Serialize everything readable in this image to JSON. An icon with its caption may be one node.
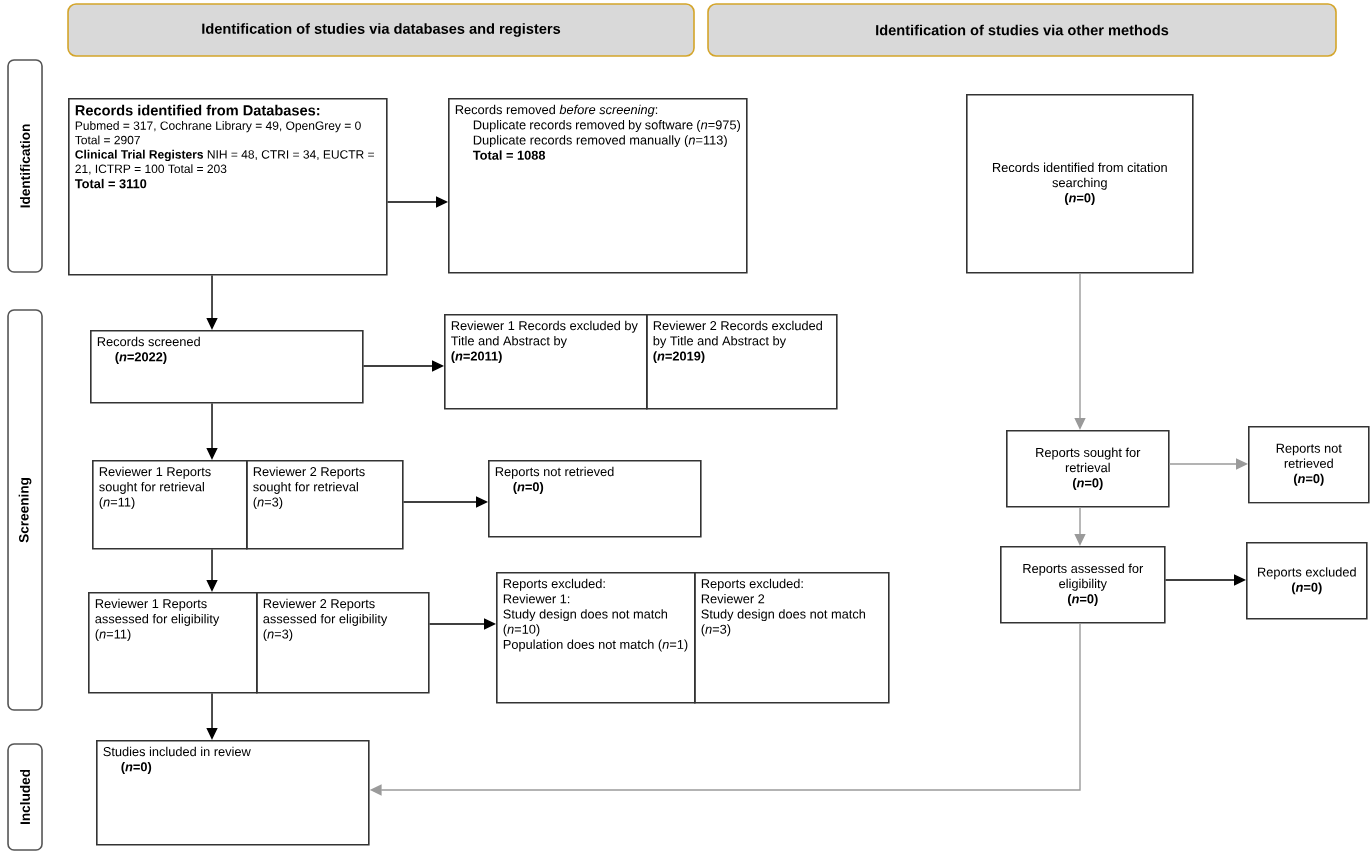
{
  "diagram": {
    "nodes": [
      {
        "text": [
          "Identification of studies via databases and registers"
        ]
      },
      {
        "text": [
          "Identification of studies via other methods"
        ]
      },
      {
        "text": [
          "Identification"
        ]
      },
      {
        "text": [
          "Screening"
        ]
      },
      {
        "text": [
          "Included"
        ]
      },
      {
        "text": [
          "Records identified from Databases:",
          "Pubmed = 317, Cochrane Library = 49, OpenGrey = 0 Total = 2907",
          "**Clinical Trial Registers** NIH = 48, CTRI = 34, EUCTR = 21, ICTRP = 100 Total = 203",
          "Total = 3110"
        ]
      },
      {
        "text": [
          "Records removed *before screening*:",
          "Duplicate records removed by software (*n*=975)",
          "Duplicate records removed manually (*n*=113)",
          "Total = 1088"
        ]
      },
      {
        "text": [
          "Records identified from citation searching",
          "(*n*=0)"
        ]
      },
      {
        "text": [
          "Records screened",
          "(*n*=2022)"
        ]
      },
      {
        "text": [
          "Reviewer 1 Records excluded by Title and Abstract by",
          "(*n*=2011)"
        ]
      },
      {
        "text": [
          "Reviewer 2 Records excluded by Title and Abstract by",
          "(*n*=2019)"
        ]
      },
      {
        "text": [
          "Reviewer 1 Reports sought for retrieval",
          "(*n*=11)"
        ]
      },
      {
        "text": [
          "Reviewer 2 Reports sought for retrieval",
          "(*n*=3)"
        ]
      },
      {
        "text": [
          "Reports not retrieved",
          "(*n*=0)"
        ]
      },
      {
        "text": [
          "Reviewer 1 Reports assessed for eligibility",
          "(*n*=11)"
        ]
      },
      {
        "text": [
          "Reviewer 2 Reports assessed for eligibility",
          "(*n*=3)"
        ]
      },
      {
        "text": [
          "Reports excluded:",
          "Reviewer 1:",
          "Study design does not match (*n*=10)",
          "Population does not match (*n*=1)"
        ]
      },
      {
        "text": [
          "Reports excluded:",
          "Reviewer 2",
          "Study design does not match (*n*=3)"
        ]
      },
      {
        "text": [
          "Studies included in review",
          "(*n*=0)"
        ]
      },
      {
        "text": [
          "Reports sought for retrieval",
          "(*n*=0)"
        ]
      },
      {
        "text": [
          "Reports not retrieved",
          "(*n*=0)"
        ]
      },
      {
        "text": [
          "Reports assessed for eligibility",
          "(*n*=0)"
        ]
      },
      {
        "text": [
          "Reports excluded",
          "(*n*=0)"
        ]
      }
    ],
    "edges": [
      {
        "from": 5,
        "to": 6,
        "arrow": "to"
      },
      {
        "from": 5,
        "to": 8,
        "arrow": "to"
      },
      {
        "from": 8,
        "to": 9,
        "arrow": "to"
      },
      {
        "from": 8,
        "to": 11,
        "arrow": "to"
      },
      {
        "from": 12,
        "to": 13,
        "arrow": "to"
      },
      {
        "from": 11,
        "to": 14,
        "arrow": "to"
      },
      {
        "from": 15,
        "to": 16,
        "arrow": "to"
      },
      {
        "from": 14,
        "to": 18,
        "arrow": "to"
      },
      {
        "from": 7,
        "to": 19,
        "arrow": "to",
        "color": "#9a9a9a"
      },
      {
        "from": 19,
        "to": 20,
        "arrow": "to",
        "color": "#9a9a9a"
      },
      {
        "from": 19,
        "to": 21,
        "arrow": "to",
        "color": "#9a9a9a"
      },
      {
        "from": 21,
        "to": 22,
        "arrow": "to"
      },
      {
        "from": 21,
        "to": 18,
        "arrow": "to",
        "color": "#9a9a9a"
      }
    ]
  }
}
